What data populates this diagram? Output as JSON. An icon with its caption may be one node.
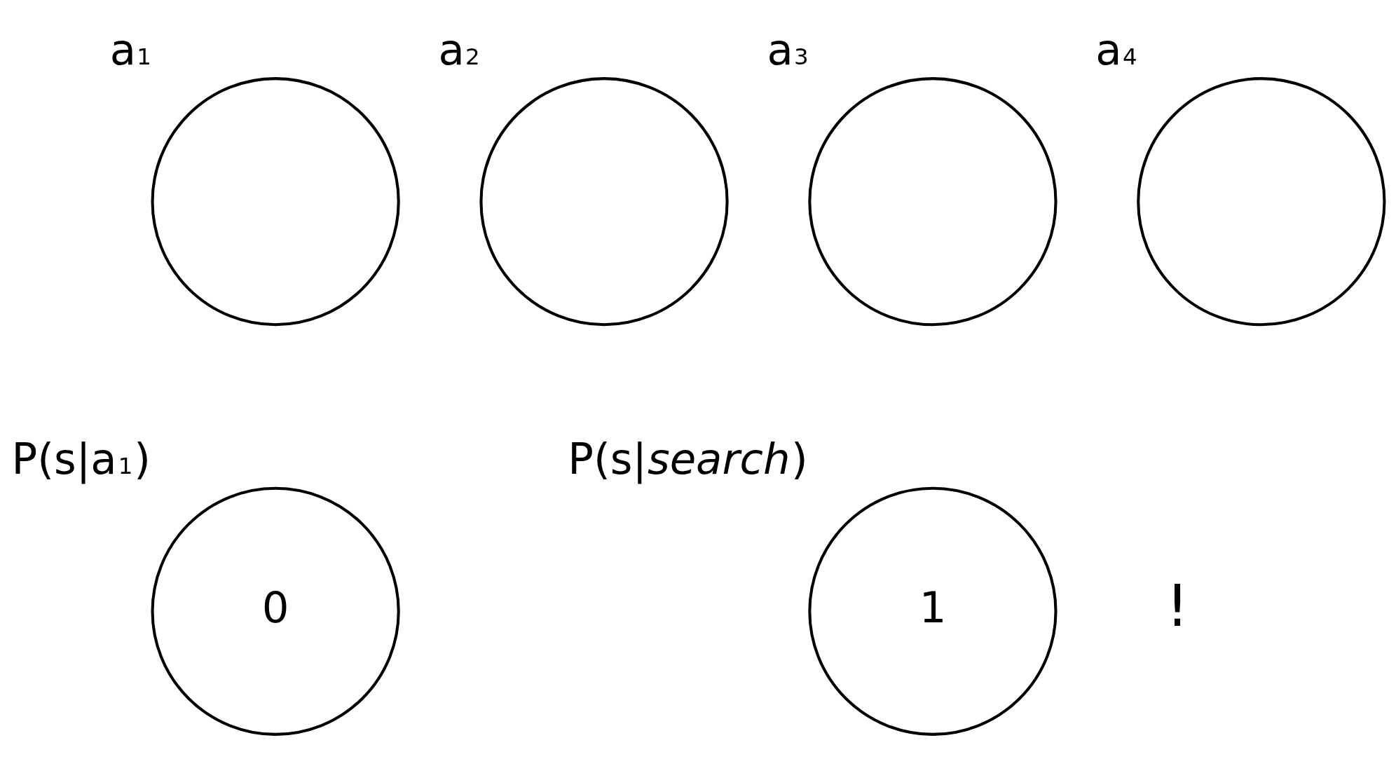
{
  "diagram": {
    "nodes": [
      {
        "text": [
          "a$_{1}$"
        ]
      },
      {
        "text": [
          "a$_{2}$"
        ]
      },
      {
        "text": [
          "a$_{3}$"
        ]
      },
      {
        "text": [
          "a$_{4}$"
        ]
      },
      {
        "text": [
          "P(s|a$_{1}$)",
          "0"
        ]
      },
      {
        "text": [
          "P(s|*search*)",
          "1"
        ]
      }
    ],
    "edges": [],
    "labels": [
      "!"
    ]
  }
}
